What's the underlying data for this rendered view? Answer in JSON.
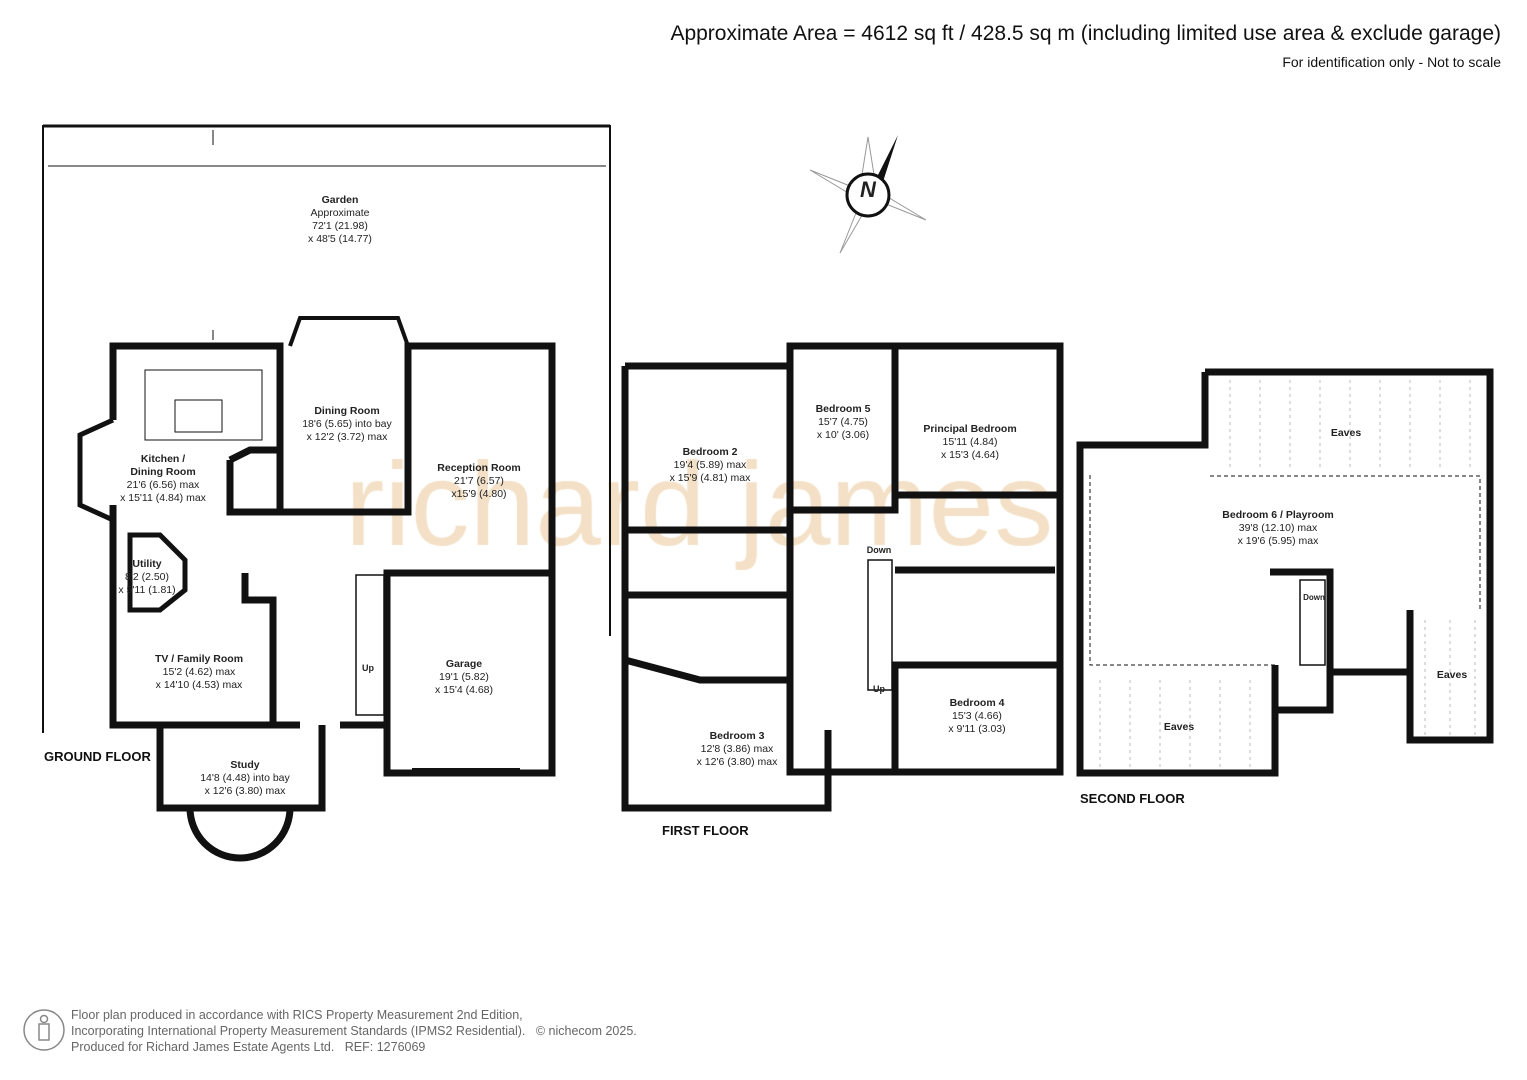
{
  "header": {
    "area": "Approximate Area = 4612 sq ft / 428.5 sq m (including limited use area & exclude garage)",
    "note": "For identification only - Not to scale"
  },
  "watermark": "richard james",
  "compass": {
    "label": "N"
  },
  "floors": {
    "ground": "GROUND FLOOR",
    "first": "FIRST FLOOR",
    "second": "SECOND FLOOR"
  },
  "rooms": {
    "garden": {
      "name": "Garden",
      "l1": "Approximate",
      "l2": "72'1 (21.98)",
      "l3": "x 48'5 (14.77)"
    },
    "kitchen": {
      "name": "Kitchen /",
      "name2": "Dining Room",
      "l1": "21'6 (6.56) max",
      "l2": "x 15'11 (4.84) max"
    },
    "dining": {
      "name": "Dining Room",
      "l1": "18'6 (5.65) into bay",
      "l2": "x 12'2 (3.72) max"
    },
    "reception": {
      "name": "Reception Room",
      "l1": "21'7 (6.57)",
      "l2": "x15'9 (4.80)"
    },
    "utility": {
      "name": "Utility",
      "l1": "8'2 (2.50)",
      "l2": "x 5'11 (1.81)"
    },
    "tv": {
      "name": "TV / Family Room",
      "l1": "15'2 (4.62) max",
      "l2": "x 14'10 (4.53) max"
    },
    "garage": {
      "name": "Garage",
      "l1": "19'1 (5.82)",
      "l2": "x 15'4 (4.68)"
    },
    "study": {
      "name": "Study",
      "l1": "14'8 (4.48) into bay",
      "l2": "x 12'6 (3.80) max"
    },
    "bed2": {
      "name": "Bedroom 2",
      "l1": "19'4 (5.89) max",
      "l2": "x 15'9 (4.81) max"
    },
    "bed5": {
      "name": "Bedroom 5",
      "l1": "15'7 (4.75)",
      "l2": "x 10' (3.06)"
    },
    "principal": {
      "name": "Principal Bedroom",
      "l1": "15'11 (4.84)",
      "l2": "x 15'3 (4.64)"
    },
    "bed4": {
      "name": "Bedroom 4",
      "l1": "15'3 (4.66)",
      "l2": "x 9'11 (3.03)"
    },
    "bed3": {
      "name": "Bedroom 3",
      "l1": "12'8 (3.86) max",
      "l2": "x 12'6 (3.80) max"
    },
    "bed6": {
      "name": "Bedroom 6 / Playroom",
      "l1": "39'8 (12.10) max",
      "l2": "x 19'6 (5.95) max"
    }
  },
  "stairs": {
    "up": "Up",
    "down": "Down",
    "up2": "Up",
    "down2": "Down"
  },
  "eaves": [
    "Eaves",
    "Eaves",
    "Eaves"
  ],
  "footer": {
    "l1": "Floor plan produced in accordance with RICS Property Measurement 2nd Edition,",
    "l2": "Incorporating International Property Measurement Standards (IPMS2 Residential).",
    "copyright": "© nichecom 2025.",
    "l3": "Produced for Richard James Estate Agents Ltd.",
    "ref": "REF: 1276069"
  }
}
